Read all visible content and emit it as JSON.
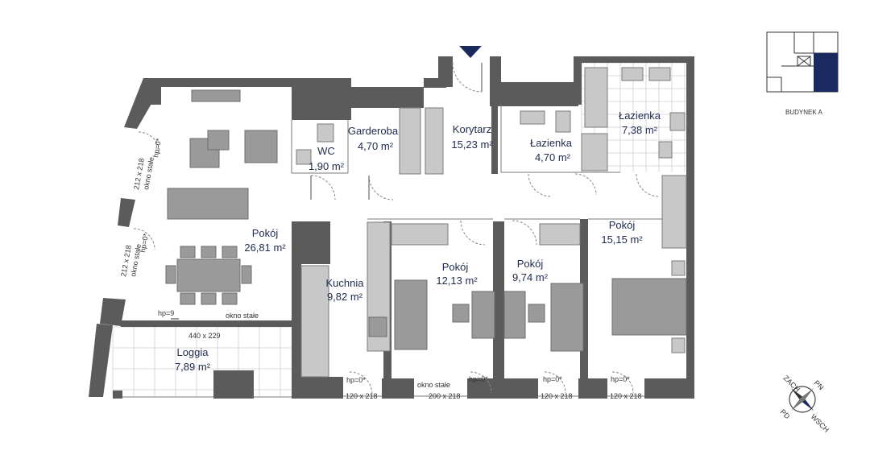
{
  "rooms": [
    {
      "name": "Pokój",
      "area": "26,81 m²"
    },
    {
      "name": "WC",
      "area": "1,90 m²"
    },
    {
      "name": "Garderoba",
      "area": "4,70 m²"
    },
    {
      "name": "Korytarz",
      "area": "15,23 m²"
    },
    {
      "name": "Łazienka",
      "area": "4,70 m²"
    },
    {
      "name": "Łazienka",
      "area": "7,38 m²"
    },
    {
      "name": "Pokój",
      "area": "15,15 m²"
    },
    {
      "name": "Kuchnia",
      "area": "9,82 m²"
    },
    {
      "name": "Pokój",
      "area": "12,13 m²"
    },
    {
      "name": "Pokój",
      "area": "9,74 m²"
    },
    {
      "name": "Loggia",
      "area": "7,89 m²"
    }
  ],
  "labels": {
    "window_left_top": "212 x 218",
    "window_left_bottom": "212 x 218",
    "fixed_window_left_top": "okno stałe",
    "fixed_window_left_bottom": "okno stałe",
    "hp_left_top": "hp=0*",
    "hp_left_bottom": "hp=0*",
    "hp_loggia": "hp=9",
    "fixed_window_loggia": "okno stałe",
    "loggia_size": "440 x 229",
    "hp_kitchen": "hp=0*",
    "hp_room12": "hp=0*",
    "hp_room9": "hp=0*",
    "hp_room15": "hp=0*",
    "fixed_window_bottom": "okno stałe",
    "win_kitchen": "120 x 218",
    "win_room12": "200 x 218",
    "win_room9": "120 x 218",
    "win_room15": "120 x 218",
    "building": "BUDYNEK A"
  },
  "compass": {
    "n": "PN",
    "s": "PD",
    "e": "WSCH",
    "w": "ZACH"
  },
  "colors": {
    "text": "#1f2a4d",
    "wall": "#5b5b5b",
    "accent": "#1a2a5e"
  }
}
